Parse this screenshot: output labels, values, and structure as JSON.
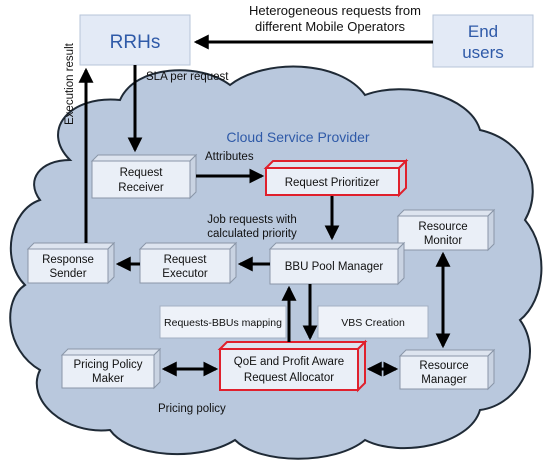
{
  "colors": {
    "cloud_fill": "#b9c8dd",
    "cloud_stroke": "#1f2a36",
    "box_face": "#eaeff7",
    "box_side": "#c9d3e2",
    "highlight_stroke": "#e0202c",
    "cloud_title": "#2f5aa8",
    "arrow": "#000000"
  },
  "top": {
    "rrhs": "RRHs",
    "end_users_line1": "End",
    "end_users_line2": "users",
    "heterogeneous_line1": "Heterogeneous requests from",
    "heterogeneous_line2": "different Mobile Operators",
    "sla_per_request": "SLA per request",
    "execution_result": "Execution result"
  },
  "cloud": {
    "title": "Cloud Service Provider",
    "attributes": "Attributes",
    "job_requests_line1": "Job requests with",
    "job_requests_line2": "calculated priority",
    "pricing_policy": "Pricing policy"
  },
  "boxes": {
    "request_receiver_line1": "Request",
    "request_receiver_line2": "Receiver",
    "request_prioritizer": "Request Prioritizer",
    "resource_monitor_line1": "Resource",
    "resource_monitor_line2": "Monitor",
    "response_sender_line1": "Response",
    "response_sender_line2": "Sender",
    "request_executor_line1": "Request",
    "request_executor_line2": "Executor",
    "bbu_pool_manager": "BBU Pool Manager",
    "requests_bbus_mapping": "Requests-BBUs mapping",
    "vbs_creation": "VBS Creation",
    "pricing_policy_maker_line1": "Pricing Policy",
    "pricing_policy_maker_line2": "Maker",
    "qoe_allocator_line1": "QoE and Profit Aware",
    "qoe_allocator_line2": "Request Allocator",
    "resource_manager_line1": "Resource",
    "resource_manager_line2": "Manager"
  }
}
